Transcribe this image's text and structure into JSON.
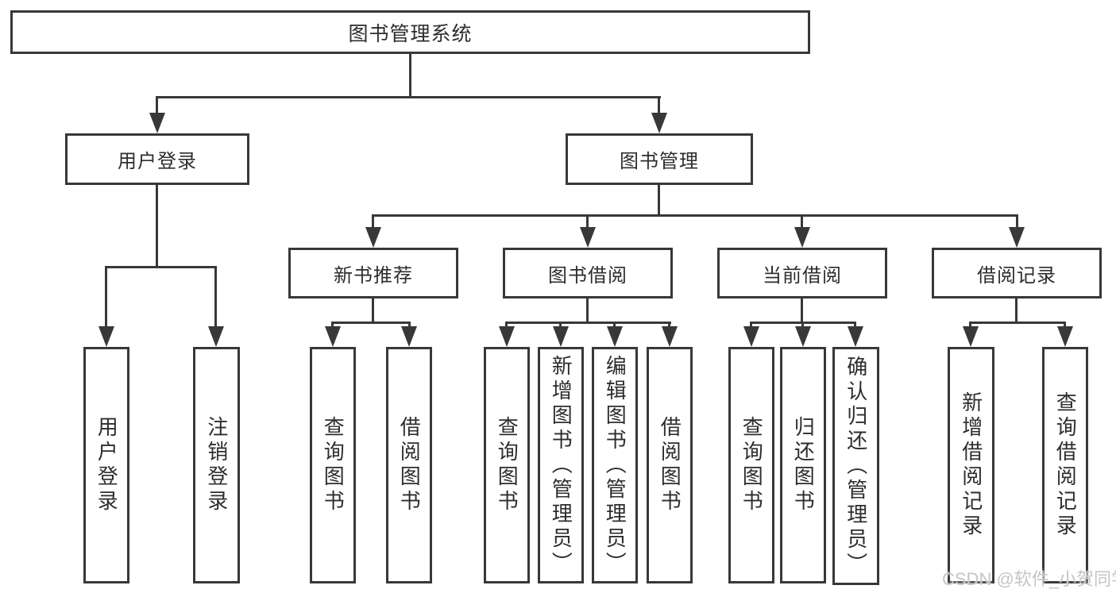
{
  "diagram_title": "图书管理系统",
  "structure": {
    "root": "图书管理系统",
    "children": [
      {
        "label": "用户登录",
        "children": [
          "用户登录",
          "注销登录"
        ]
      },
      {
        "label": "图书管理",
        "children": [
          {
            "label": "新书推荐",
            "children": [
              "查询图书",
              "借阅图书"
            ]
          },
          {
            "label": "图书借阅",
            "children": [
              "查询图书",
              "新增图书（管理员）",
              "编辑图书（管理员）",
              "借阅图书"
            ]
          },
          {
            "label": "当前借阅",
            "children": [
              "查询图书",
              "归还图书",
              "确认归还（管理员）"
            ]
          },
          {
            "label": "借阅记录",
            "children": [
              "新增借阅记录",
              "查询借阅记录"
            ]
          }
        ]
      }
    ]
  },
  "watermark": {
    "text": "CSDN @软件_小贺同学"
  },
  "colors": {
    "line": "#383838",
    "box_border": "#383838",
    "text": "#2d2d2d",
    "background": "#ffffff",
    "watermark": "#c5c5c5"
  }
}
